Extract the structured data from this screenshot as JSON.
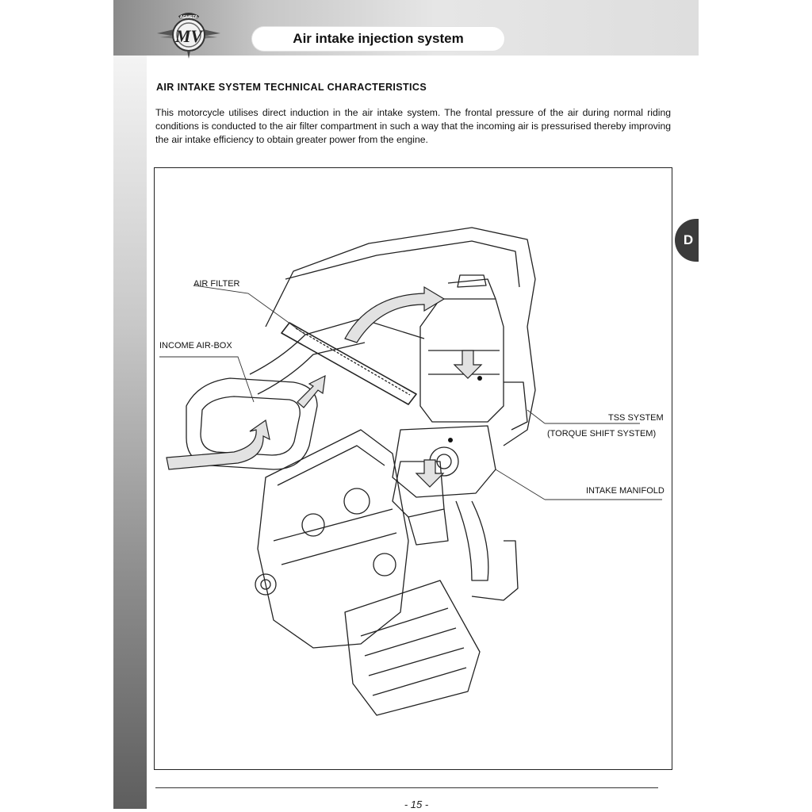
{
  "header": {
    "title": "Air intake injection system",
    "logo_text": "AGUSTA",
    "logo_letters": "MV"
  },
  "section": {
    "heading": "AIR INTAKE SYSTEM TECHNICAL CHARACTERISTICS",
    "paragraph": "This motorcycle utilises direct induction in the air intake system. The frontal pressure of the air during normal riding conditions is conducted to the air filter compartment in such a way that the incoming air is pressurised thereby improving the air intake efficiency to obtain greater power from the engine."
  },
  "figure": {
    "labels": {
      "air_filter": "AIR FILTER",
      "income_air_box": "INCOME AIR-BOX",
      "tss_system": "TSS SYSTEM",
      "torque_shift": "(TORQUE SHIFT SYSTEM)",
      "intake_manifold": "INTAKE MANIFOLD"
    }
  },
  "side_tab": {
    "label": "D"
  },
  "footer": {
    "page_number": "- 15 -"
  }
}
